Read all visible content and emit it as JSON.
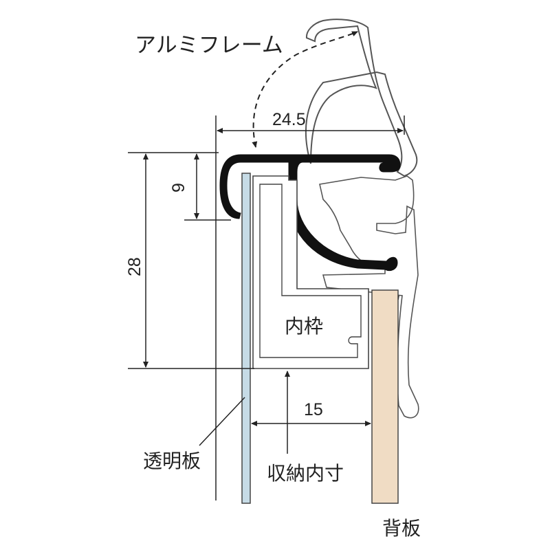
{
  "labels": {
    "aluminum_frame": "アルミフレーム",
    "inner_frame": "内枠",
    "transparent_plate": "透明板",
    "storage_inner_size": "収納内寸",
    "back_plate": "背板"
  },
  "dimensions": {
    "width_top": "24.5",
    "height_short": "9",
    "height_total": "28",
    "storage_depth": "15"
  },
  "colors": {
    "frame_profile": "#111111",
    "clear_plate": "#c6dbe6",
    "back_plate": "#f0dcc4",
    "outline": "#555555"
  }
}
